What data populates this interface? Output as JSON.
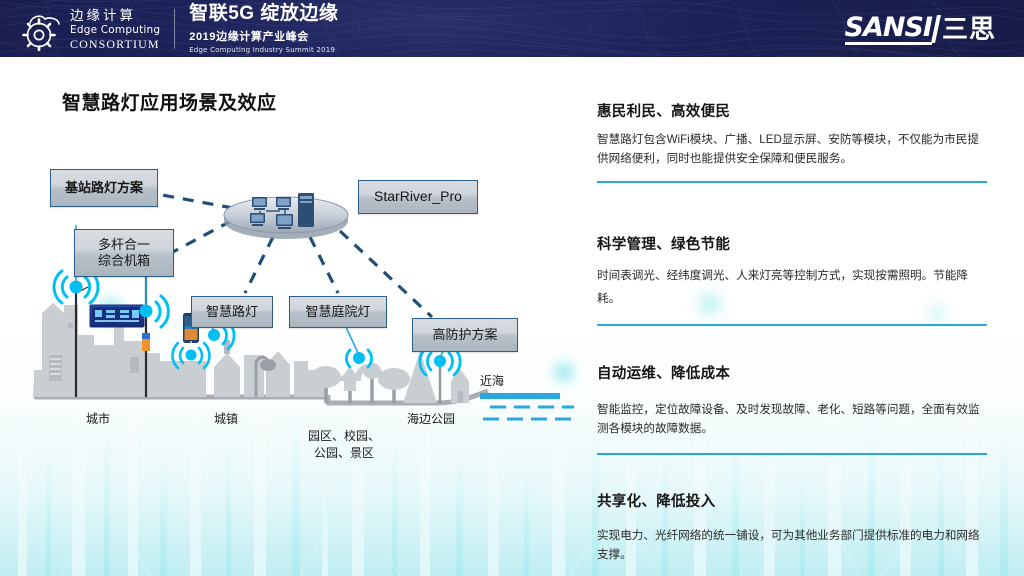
{
  "header": {
    "ecc_logo": {
      "cn": "边缘计算",
      "en_line1": "Edge Computing",
      "en_line2": "CONSORTIUM",
      "icon": "gear-cloud-icon"
    },
    "title": "智联5G  绽放边缘",
    "subtitle_cn": "2019边缘计算产业峰会",
    "subtitle_en": "Edge Computing Industry Summit 2019",
    "brand": {
      "latin": "SANSI",
      "cn": "三思"
    }
  },
  "page_title": "智慧路灯应用场景及效应",
  "diagram": {
    "nodes": {
      "base_station": "基站路灯方案",
      "multi_pole": "多杆合一\n综合机箱",
      "platform": "StarRiver_Pro",
      "smart_street_lamp": "智慧路灯",
      "smart_garden_lamp": "智慧庭院灯",
      "high_protection": "高防护方案"
    },
    "cloud_icon": "server-network-icon",
    "ground_labels": [
      "城市",
      "城镇",
      "园区、校园、\n公园、景区",
      "海边公园"
    ],
    "sea_label": "近海"
  },
  "features": [
    {
      "title": "惠民利民、高效便民",
      "body": "智慧路灯包含WiFi模块、广播、LED显示屏、安防等模块，不仅能为市民提供网络便利，同时也能提供安全保障和便民服务。"
    },
    {
      "title": "科学管理、绿色节能",
      "body": "时间表调光、经纬度调光、人来灯亮等控制方式，实现按需照明。节能降耗。"
    },
    {
      "title": "自动运维、降低成本",
      "body": "智能监控，定位故障设备、及时发现故障、老化、短路等问题，全面有效监测各模块的故障数据。"
    },
    {
      "title": "共享化、降低投入",
      "body": "实现电力、光纤网络的统一铺设，可为其他业务部门提供标准的电力和网络支撑。"
    }
  ],
  "colors": {
    "header_bg": "#161b46",
    "accent_rule": "#29a8e0",
    "box_border": "#2e5f8a",
    "signal_cyan": "#00bff3",
    "connector_navy": "#1f4e79",
    "sea_blue": "#29a8e0"
  }
}
